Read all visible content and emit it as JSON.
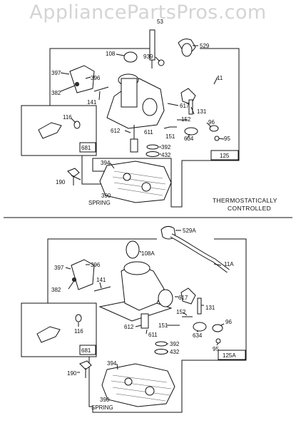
{
  "watermark": "AppliancePartsPros.com",
  "top": {
    "caption_line1": "THERMOSTATICALLY",
    "caption_line2": "CONTROLLED",
    "labels": {
      "p53": "53",
      "p529": "529",
      "p108": "108",
      "p939": "939",
      "p397": "397",
      "p396": "396",
      "p11": "11",
      "p382": "382",
      "p141": "141",
      "p617": "617",
      "p131": "131",
      "p116": "116",
      "p152": "152",
      "p612": "612",
      "p611": "611",
      "p151": "151",
      "p96": "96",
      "p634": "634",
      "p95": "95",
      "p392": "392",
      "p432": "432",
      "p681": "681",
      "p125": "125",
      "p394": "394",
      "p190": "190",
      "p390": "390",
      "spring": "SPRING"
    }
  },
  "bottom": {
    "labels": {
      "p529A": "529A",
      "p108A": "108A",
      "p11A": "11A",
      "p397": "397",
      "p396": "396",
      "p382": "382",
      "p141": "141",
      "p617": "617",
      "p131": "131",
      "p152": "152",
      "p96": "96",
      "p116": "116",
      "p612": "612",
      "p151": "151",
      "p611": "611",
      "p634": "634",
      "p95": "95",
      "p392": "392",
      "p432": "432",
      "p681": "681",
      "p125A": "125A",
      "p190": "190",
      "p394": "394",
      "p390": "390",
      "spring": "SPRING"
    }
  }
}
